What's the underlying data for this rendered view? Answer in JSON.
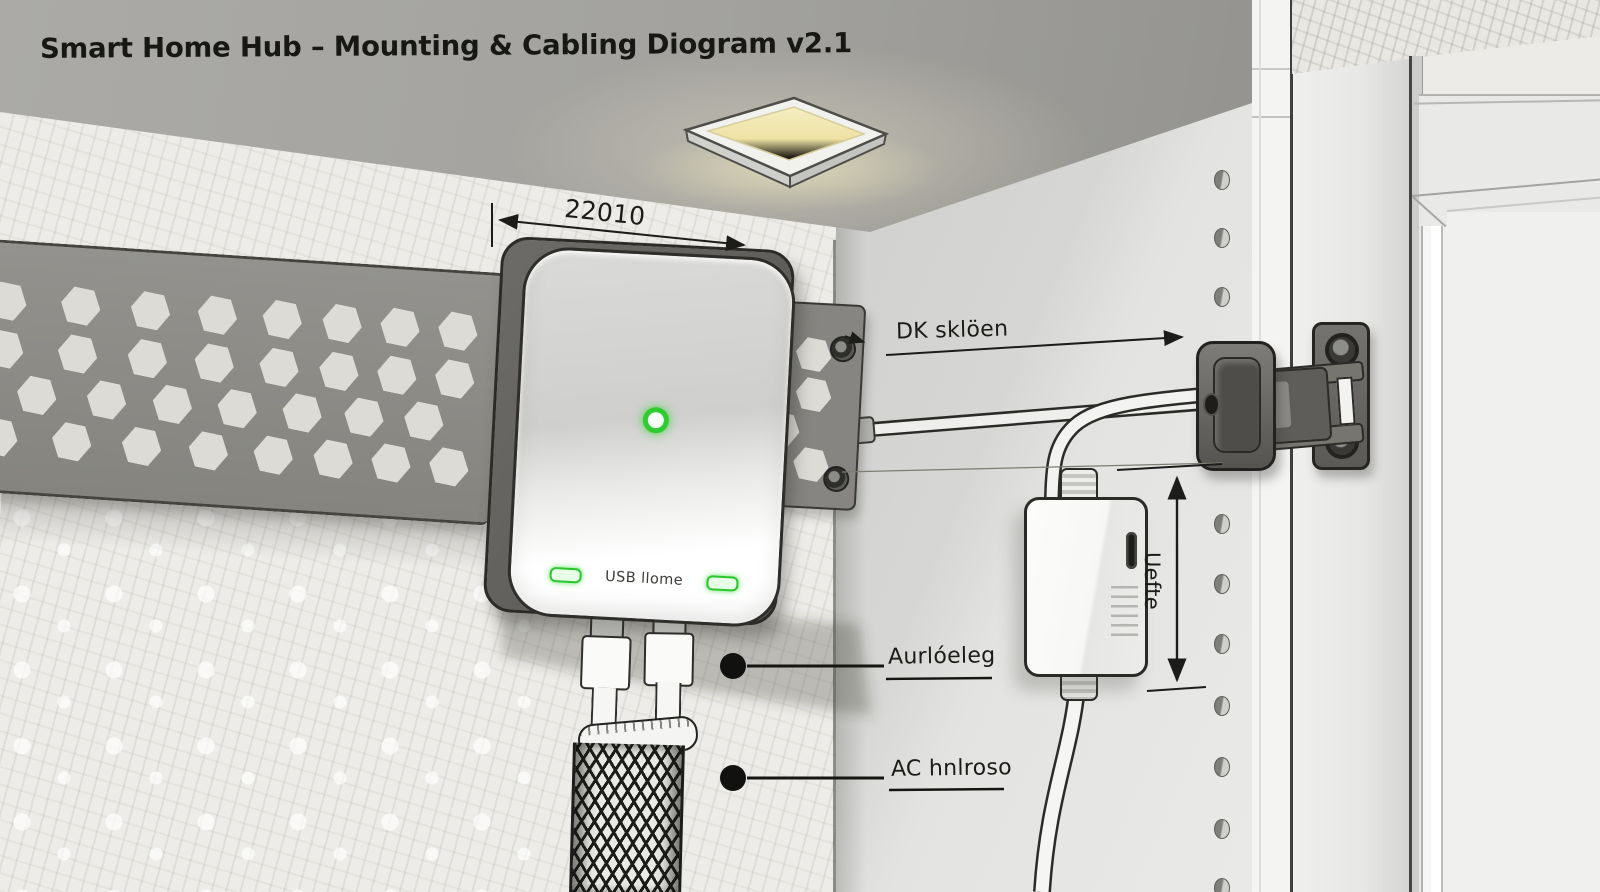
{
  "title": "Smart Home Hub – Mounting & Cabling Diogram v2.1",
  "diagram": {
    "width_dimension_label": "22010",
    "mount_arm_label": "DK sklöen",
    "adapter_height_label": "Uefte",
    "usb_cable_label": "Aurlóeleg",
    "ac_power_label": "AC hnlroso",
    "hub_ports_label": "USB llome",
    "status_led_color": "#2ecc2e",
    "port_led_color": "#2bc62b",
    "light_glow_color": "#efe3ae",
    "bracket_color": "#868581",
    "annotation_ink": "#1c1c1a"
  }
}
